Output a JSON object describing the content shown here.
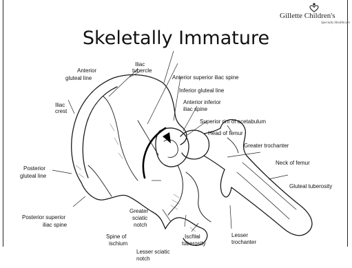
{
  "slide": {
    "title": "Skeletally Immature"
  },
  "logo": {
    "name": "Gillette Children's",
    "tagline": "Specialty Healthcare"
  },
  "labels": {
    "iliac_tubercle_1": "Iliac",
    "iliac_tubercle_2": "tubercle",
    "anterior_gluteal_line_1": "Anterior",
    "anterior_gluteal_line_2": "gluteal line",
    "iliac_crest_1": "Iliac",
    "iliac_crest_2": "crest",
    "posterior_gluteal_line_1": "Posterior",
    "posterior_gluteal_line_2": "gluteal line",
    "posterior_superior_iliac_spine_1": "Posterior superior",
    "posterior_superior_iliac_spine_2": "iliac spine",
    "anterior_superior_iliac_spine": "Anterior superior iliac spine",
    "inferior_gluteal_line": "Inferior gluteal line",
    "anterior_inferior_iliac_spine_1": "Anterior inferior",
    "anterior_inferior_iliac_spine_2": "iliac spine",
    "superior_rim_of_acetabulum": "Superior rim of acetabulum",
    "head_of_femur": "Head of femur",
    "greater_trochanter": "Greater trochanter",
    "neck_of_femur": "Neck of femur",
    "gluteal_tuberosity": "Gluteal tuberosity",
    "greater_sciatic_notch_1": "Greater",
    "greater_sciatic_notch_2": "sciatic",
    "greater_sciatic_notch_3": "notch",
    "spine_of_ischium_1": "Spine of",
    "spine_of_ischium_2": "ischium",
    "lesser_trochanter_1": "Lesser",
    "lesser_trochanter_2": "trochanter",
    "ischial_tuberosity_1": "Ischial",
    "ischial_tuberosity_2": "tuberosity",
    "lesser_sciatic_notch_1": "Lesser sciatic",
    "lesser_sciatic_notch_2": "notch"
  }
}
